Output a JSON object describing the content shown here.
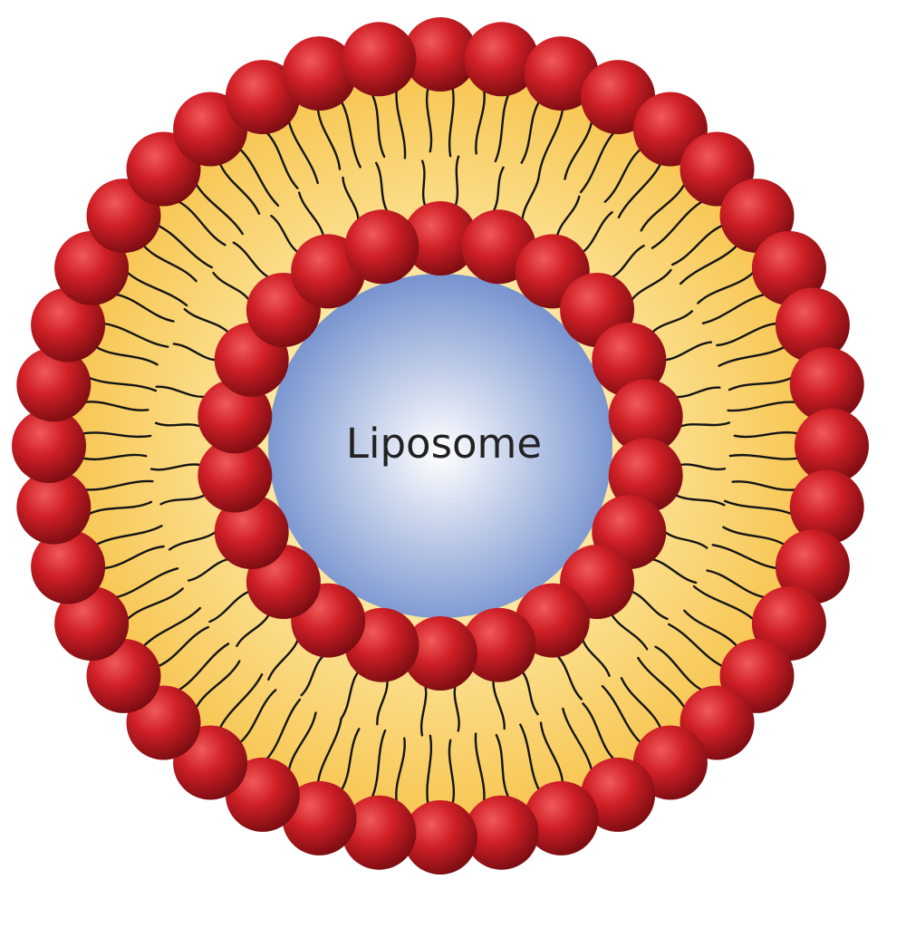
{
  "label": "Liposome",
  "colors": {
    "head_highlight": "#f15a5a",
    "head_mid": "#cf1f26",
    "head_dark": "#7a0d12",
    "yellow_light": "#fff4c9",
    "yellow_dark": "#f7c550",
    "blue_light": "#ffffff",
    "blue_dark": "#6f8dcc",
    "tail": "#151515"
  },
  "structure": {
    "outer_layer_heads": 40,
    "inner_layer_heads": 22
  }
}
